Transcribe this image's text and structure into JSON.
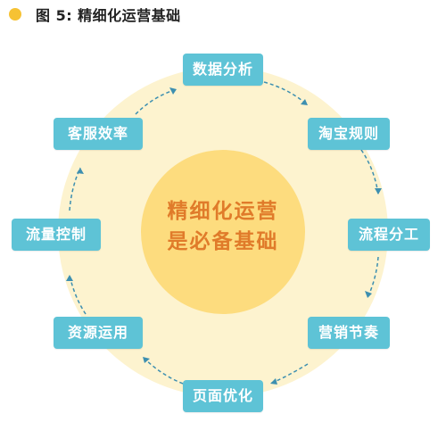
{
  "header": {
    "title": "图 5: 精细化运营基础"
  },
  "center": {
    "line1": "精细化运营",
    "line2": "是必备基础"
  },
  "nodes": [
    {
      "label": "数据分析"
    },
    {
      "label": "淘宝规则"
    },
    {
      "label": "流程分工"
    },
    {
      "label": "营销节奏"
    },
    {
      "label": "页面优化"
    },
    {
      "label": "资源运用"
    },
    {
      "label": "流量控制"
    },
    {
      "label": "客服效率"
    }
  ],
  "colors": {
    "node_fill": "#5ec3d6",
    "outer_ring": "#fdf3cf",
    "inner_circle": "#fddc7e",
    "center_text": "#e07b2a",
    "arrow": "#3d8fb0",
    "header_dot": "#f6c234"
  }
}
